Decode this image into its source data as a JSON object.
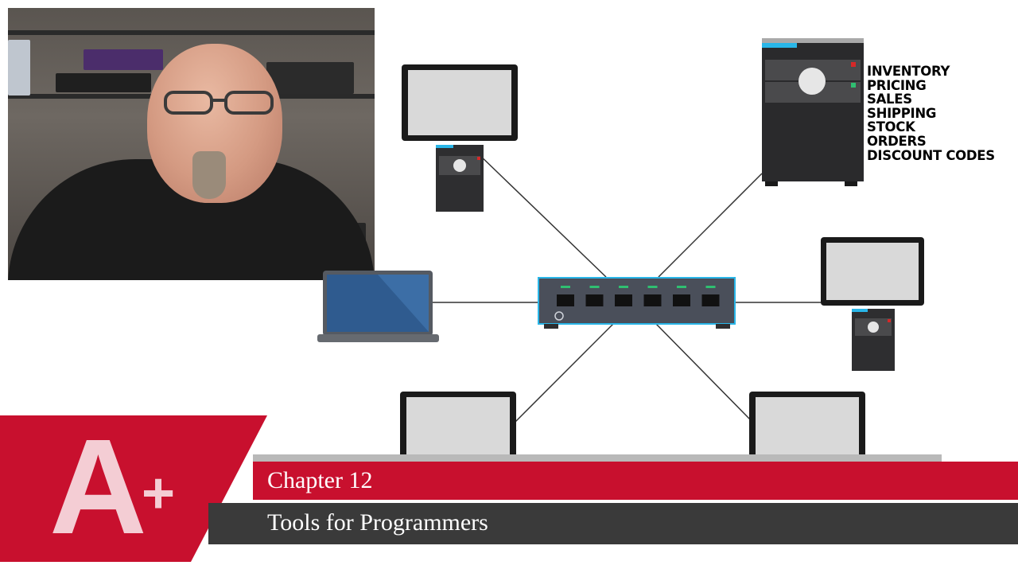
{
  "diagram": {
    "server_data_labels": [
      "INVENTORY",
      "PRICING",
      "SALES",
      "SHIPPING",
      "STOCK",
      "ORDERS",
      "DISCOUNT CODES"
    ],
    "switch_port_count": 6,
    "colors": {
      "switch_outline": "#29b6e8",
      "switch_body": "#4a4f5a",
      "port_led": "#2fbf71",
      "device_dark": "#2e2e30",
      "screen": "#d9d9d9",
      "laptop_screen": "#2f5b8f",
      "link_line": "#333333"
    }
  },
  "banner": {
    "logo": "A",
    "logo_plus": "+",
    "chapter": "Chapter 12",
    "title": "Tools for Programmers",
    "colors": {
      "red": "#c8102e",
      "dark": "#3a3a3a",
      "logo": "#f4cdd4"
    }
  }
}
